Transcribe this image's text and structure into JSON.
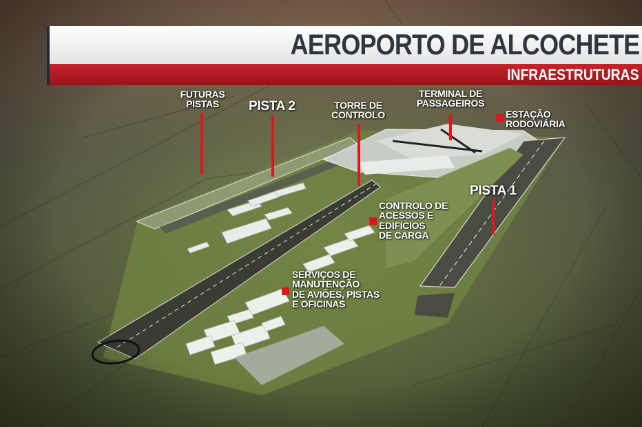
{
  "header": {
    "title": "AEROPORTO DE ALCOCHETE",
    "subtitle": "INFRAESTRUTURAS"
  },
  "labels": {
    "futuras_pistas": "FUTURAS\nPISTAS",
    "pista_2": "PISTA 2",
    "torre": "TORRE DE\nCONTROLO",
    "terminal": "TERMINAL DE\nPASSAGEIROS",
    "estacao": "ESTAÇÃO\nRODOVIÁRIA",
    "pista_1": "PISTA 1",
    "controlo": "CONTROLO DE\nACESSOS E\nEDIFÍCIOS\nDE CARGA",
    "servicos": "SERVIÇOS DE\nMANUTENÇÃO\nDE AVIÕES, PISTAS\nE OFICINAS"
  },
  "colors": {
    "accent_red": "#c8232b",
    "title_text": "#30363f",
    "terrain": "#6f7d45"
  }
}
